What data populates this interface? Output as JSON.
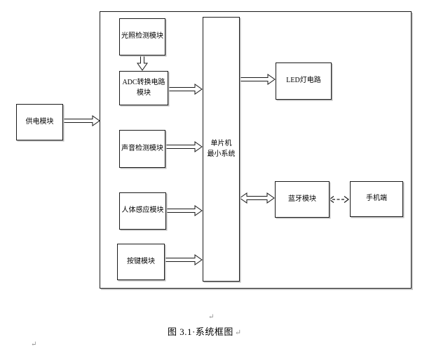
{
  "page": {
    "background": "#ffffff",
    "line_color": "#1a1a1a",
    "box_fill": "#ffffff"
  },
  "diagram": {
    "caption": "图 3.1·系统框图",
    "paragraph_mark": "↵",
    "nodes": {
      "power": {
        "label": "供电模块"
      },
      "light": {
        "label": "光照检测模块"
      },
      "adc": {
        "label": "ADC转换电路模块"
      },
      "sound": {
        "label": "声音检测模块"
      },
      "body": {
        "label": "人体感应模块"
      },
      "key": {
        "label": "按键模块"
      },
      "mcu": {
        "label": "单片机\n最小系统"
      },
      "led": {
        "label": "LED灯电路"
      },
      "bluetooth": {
        "label": "蓝牙模块"
      },
      "phone": {
        "label": "手机端"
      }
    },
    "connections": [
      {
        "from": "power",
        "to": "system-boundary",
        "type": "block-arrow",
        "direction": "right"
      },
      {
        "from": "light",
        "to": "adc",
        "type": "block-arrow",
        "direction": "down"
      },
      {
        "from": "adc",
        "to": "mcu",
        "type": "block-arrow",
        "direction": "right"
      },
      {
        "from": "sound",
        "to": "mcu",
        "type": "block-arrow",
        "direction": "right"
      },
      {
        "from": "body",
        "to": "mcu",
        "type": "block-arrow",
        "direction": "right"
      },
      {
        "from": "key",
        "to": "mcu",
        "type": "block-arrow",
        "direction": "right"
      },
      {
        "from": "mcu",
        "to": "led",
        "type": "block-arrow",
        "direction": "right"
      },
      {
        "from": "mcu",
        "to": "bluetooth",
        "type": "block-arrow",
        "direction": "both"
      },
      {
        "from": "bluetooth",
        "to": "phone",
        "type": "dashed-arrow",
        "direction": "both"
      }
    ]
  }
}
